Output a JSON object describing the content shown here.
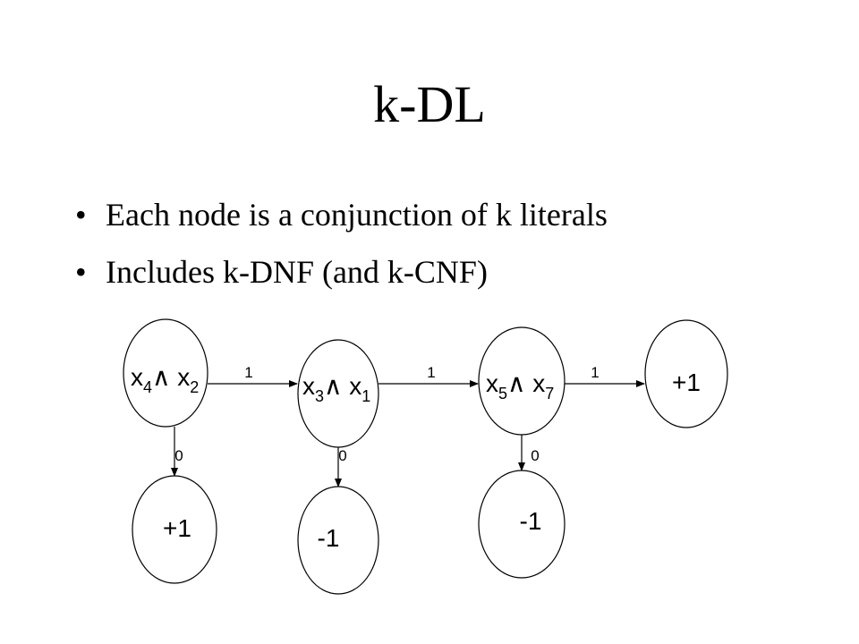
{
  "title": "k-DL",
  "bullets": [
    "Each node is a conjunction of k literals",
    "Includes k-DNF (and k-CNF)"
  ],
  "bullet_symbol": "•",
  "diagram": {
    "decision_nodes": [
      {
        "var1": "x",
        "sub1": "4",
        "op": "∧",
        "var2": "x",
        "sub2": "2"
      },
      {
        "var1": "x",
        "sub1": "3",
        "op": "∧",
        "var2": "x",
        "sub2": "1"
      },
      {
        "var1": "x",
        "sub1": "5",
        "op": "∧",
        "var2": "x",
        "sub2": "7"
      }
    ],
    "final_leaf": "+1",
    "branch_leaves": [
      "+1",
      "-1",
      "-1"
    ],
    "true_edge_label": "1",
    "false_edge_label": "0"
  }
}
